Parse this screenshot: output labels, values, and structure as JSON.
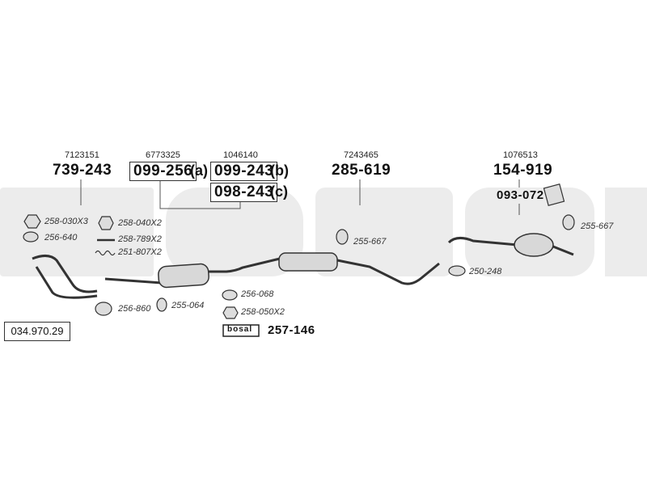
{
  "catalog_number": "034.970.29",
  "watermark_text": "bosal",
  "groups": [
    {
      "id": "front-pipe",
      "ref": "7123151",
      "part": "739-243"
    },
    {
      "id": "catalyst-a",
      "ref": "6773325",
      "part": "099-256",
      "suffix": "(a)"
    },
    {
      "id": "catalyst-b",
      "ref": "1046140",
      "part": "099-243",
      "suffix": "(b)"
    },
    {
      "id": "catalyst-c",
      "part": "098-243",
      "suffix": "(c)"
    },
    {
      "id": "middle-silencer",
      "ref": "7243465",
      "part": "285-619"
    },
    {
      "id": "rear-silencer",
      "ref": "1076513",
      "part": "154-919"
    },
    {
      "id": "rear-clamp",
      "part": "093-072"
    },
    {
      "id": "mounting-kit",
      "part": "257-146",
      "logo_text": "bosal"
    }
  ],
  "accessories": [
    {
      "id": "a1",
      "label": "258-030X3"
    },
    {
      "id": "a2",
      "label": "256-640"
    },
    {
      "id": "a3",
      "label": "258-040X2"
    },
    {
      "id": "a4",
      "label": "258-789X2"
    },
    {
      "id": "a5",
      "label": "251-807X2"
    },
    {
      "id": "a6",
      "label": "256-860"
    },
    {
      "id": "a7",
      "label": "255-064"
    },
    {
      "id": "a8",
      "label": "256-068"
    },
    {
      "id": "a9",
      "label": "258-050X2"
    },
    {
      "id": "a10",
      "label": "255-667"
    },
    {
      "id": "a11",
      "label": "250-248"
    },
    {
      "id": "a12",
      "label": "255-667"
    }
  ]
}
